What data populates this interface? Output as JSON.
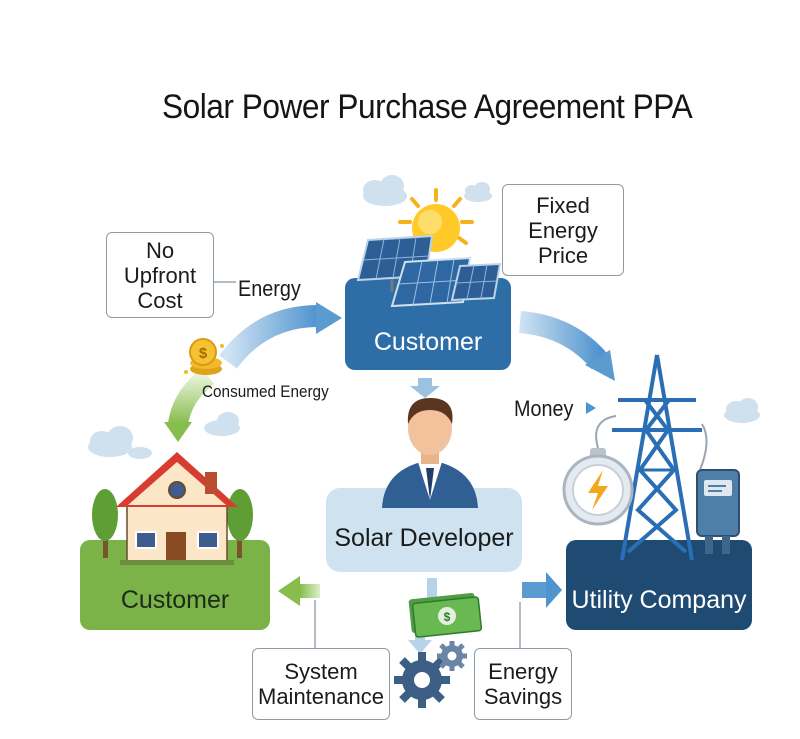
{
  "title": "Solar Power Purchase Agreement PPA",
  "nodes": {
    "solar_customer": "Customer",
    "home_customer": "Customer",
    "developer": "Solar Developer",
    "utility": "Utility Company"
  },
  "notes": {
    "no_upfront_cost": [
      "No",
      "Upfront",
      "Cost"
    ],
    "fixed_energy_price": [
      "Fixed",
      "Energy",
      "Price"
    ],
    "system_maintenance": [
      "System",
      "Maintenance"
    ],
    "energy_savings": [
      "Energy",
      "Savings"
    ]
  },
  "edge_labels": {
    "energy": "Energy",
    "consumed_energy": "Consumed Energy",
    "money": "Money"
  },
  "colors": {
    "solar_panel": "#2d6ea7",
    "home_panel": "#7bb349",
    "developer_panel": "#cfe2ef",
    "utility_panel": "#1f4b72",
    "arrow_blue": "#5b9bd0",
    "arrow_green": "#8bc34a"
  },
  "icons": [
    "sun-icon",
    "cloud-icon",
    "solar-panel-icon",
    "coin-icon",
    "house-icon",
    "tree-icon",
    "person-icon",
    "power-tower-icon",
    "meter-icon",
    "gauge-icon",
    "cash-icon",
    "gear-icon"
  ]
}
